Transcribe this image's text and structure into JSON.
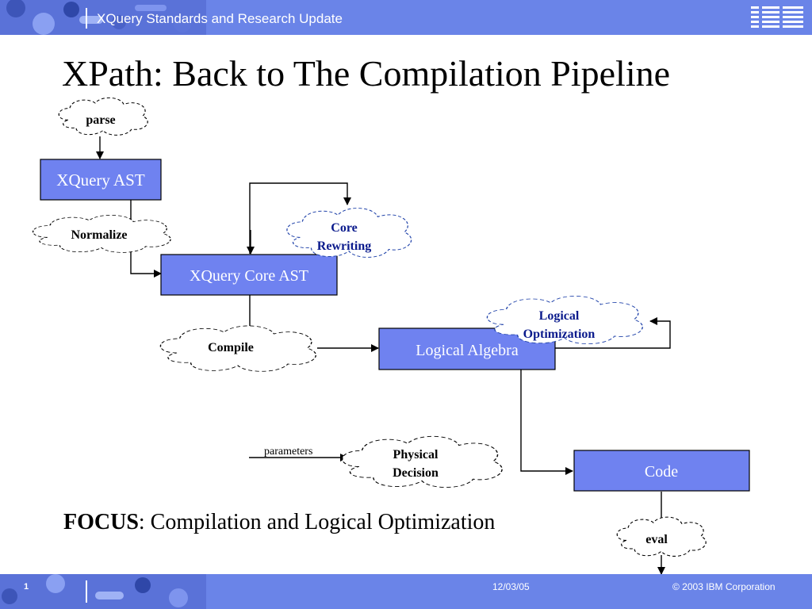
{
  "header": {
    "title": "XQuery Standards and Research Update",
    "logo": "IBM"
  },
  "slide": {
    "title": "XPath: Back to The Compilation Pipeline",
    "focus_label": "FOCUS",
    "focus_text": ": Compilation and Logical Optimization"
  },
  "diagram": {
    "boxes": {
      "xquery_ast": "XQuery AST",
      "xquery_core_ast": "XQuery Core AST",
      "logical_algebra": "Logical Algebra",
      "code": "Code"
    },
    "clouds": {
      "parse": "parse",
      "normalize": "Normalize",
      "core_rewriting_1": "Core",
      "core_rewriting_2": "Rewriting",
      "logical_opt_1": "Logical",
      "logical_opt_2": "Optimization",
      "compile": "Compile",
      "physical_1": "Physical",
      "physical_2": "Decision",
      "eval": "eval"
    },
    "parameters_label": "parameters"
  },
  "footer": {
    "slide_number": "1",
    "date": "12/03/05",
    "copyright": "© 2003 IBM Corporation"
  },
  "colors": {
    "band": "#6a84e8",
    "box_fill": "#6f82f0",
    "dark_blue_text": "#0a1a8c"
  }
}
